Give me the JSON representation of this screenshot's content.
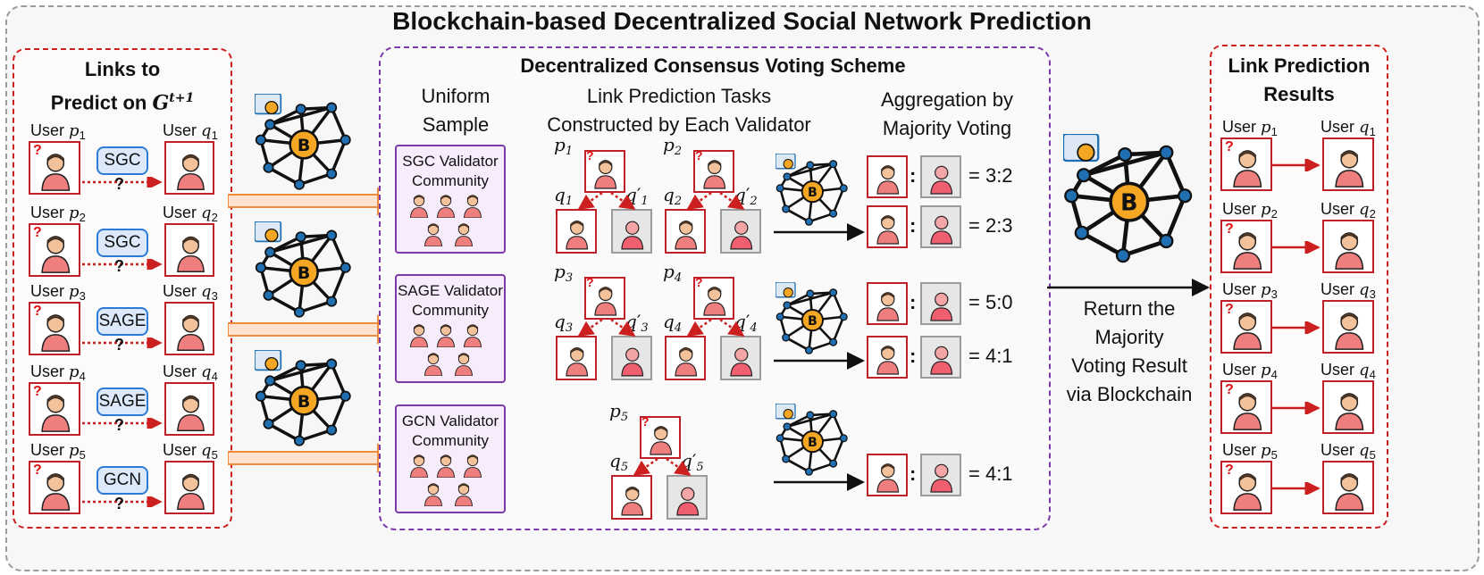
{
  "title": "Blockchain-based Decentralized Social Network Prediction",
  "left_panel": {
    "title_line1": "Links to",
    "title_line2": "Predict on",
    "graph_symbol": "G",
    "graph_sup": "t+1",
    "rows": [
      {
        "user_p": "User",
        "p_sym": "p",
        "p_sub": "1",
        "user_q": "User",
        "q_sym": "q",
        "q_sub": "1",
        "model": "SGC",
        "qm": "?"
      },
      {
        "user_p": "User",
        "p_sym": "p",
        "p_sub": "2",
        "user_q": "User",
        "q_sym": "q",
        "q_sub": "2",
        "model": "SGC",
        "qm": "?"
      },
      {
        "user_p": "User",
        "p_sym": "p",
        "p_sub": "3",
        "user_q": "User",
        "q_sym": "q",
        "q_sub": "3",
        "model": "SAGE",
        "qm": "?"
      },
      {
        "user_p": "User",
        "p_sym": "p",
        "p_sub": "4",
        "user_q": "User",
        "q_sym": "q",
        "q_sub": "4",
        "model": "SAGE",
        "qm": "?"
      },
      {
        "user_p": "User",
        "p_sym": "p",
        "p_sub": "5",
        "user_q": "User",
        "q_sym": "q",
        "q_sub": "5",
        "model": "GCN",
        "qm": "?"
      }
    ]
  },
  "middle_panel": {
    "title": "Decentralized Consensus Voting Scheme",
    "col1_line1": "Uniform",
    "col1_line2": "Sample",
    "col2_line1": "Link Prediction Tasks",
    "col2_line2": "Constructed by Each Validator",
    "col3_line1": "Aggregation by",
    "col3_line2": "Majority Voting",
    "communities": [
      {
        "line1": "SGC Validator",
        "line2": "Community"
      },
      {
        "line1": "SAGE Validator",
        "line2": "Community"
      },
      {
        "line1": "GCN Validator",
        "line2": "Community"
      }
    ],
    "tasks": [
      {
        "p": "p",
        "p_sub": "1",
        "q": "q",
        "q_sub": "1",
        "qp": "q",
        "qp_sub": "1",
        "prime": "′"
      },
      {
        "p": "p",
        "p_sub": "2",
        "q": "q",
        "q_sub": "2",
        "qp": "q",
        "qp_sub": "2",
        "prime": "′"
      },
      {
        "p": "p",
        "p_sub": "3",
        "q": "q",
        "q_sub": "3",
        "qp": "q",
        "qp_sub": "3",
        "prime": "′"
      },
      {
        "p": "p",
        "p_sub": "4",
        "q": "q",
        "q_sub": "4",
        "qp": "q",
        "qp_sub": "4",
        "prime": "′"
      },
      {
        "p": "p",
        "p_sub": "5",
        "q": "q",
        "q_sub": "5",
        "qp": "q",
        "qp_sub": "5",
        "prime": "′"
      }
    ],
    "results": [
      {
        "colon": ":",
        "ratio": "= 3:2"
      },
      {
        "colon": ":",
        "ratio": "= 2:3"
      },
      {
        "colon": ":",
        "ratio": "= 5:0"
      },
      {
        "colon": ":",
        "ratio": "= 4:1"
      },
      {
        "colon": ":",
        "ratio": "= 4:1"
      }
    ]
  },
  "return_text": {
    "line1": "Return the",
    "line2": "Majority",
    "line3": "Voting Result",
    "line4": "via Blockchain"
  },
  "right_panel": {
    "title_line1": "Link Prediction",
    "title_line2": "Results",
    "rows": [
      {
        "user_p": "User",
        "p_sym": "p",
        "p_sub": "1",
        "user_q": "User",
        "q_sym": "q",
        "q_sub": "1",
        "qm": "?"
      },
      {
        "user_p": "User",
        "p_sym": "p",
        "p_sub": "2",
        "user_q": "User",
        "q_sym": "q",
        "q_sub": "2",
        "qm": "?"
      },
      {
        "user_p": "User",
        "p_sym": "p",
        "p_sub": "3",
        "user_q": "User",
        "q_sym": "q",
        "q_sub": "3",
        "qm": "?"
      },
      {
        "user_p": "User",
        "p_sym": "p",
        "p_sub": "4",
        "user_q": "User",
        "q_sym": "q",
        "q_sub": "4",
        "qm": "?"
      },
      {
        "user_p": "User",
        "p_sym": "p",
        "p_sub": "5",
        "user_q": "User",
        "q_sym": "q",
        "q_sub": "5",
        "qm": "?"
      }
    ]
  },
  "colors": {
    "red": "#cc1f1f",
    "purple": "#7c3aa8",
    "blue_tag": "#2c7bd6",
    "orange_arrow": "#f08a3c",
    "coin": "#f5a623",
    "node": "#1f6fb2"
  },
  "icons": {
    "blockchain": "blockchain-network-icon",
    "person": "person-avatar-icon",
    "arrow": "arrow-icon"
  }
}
